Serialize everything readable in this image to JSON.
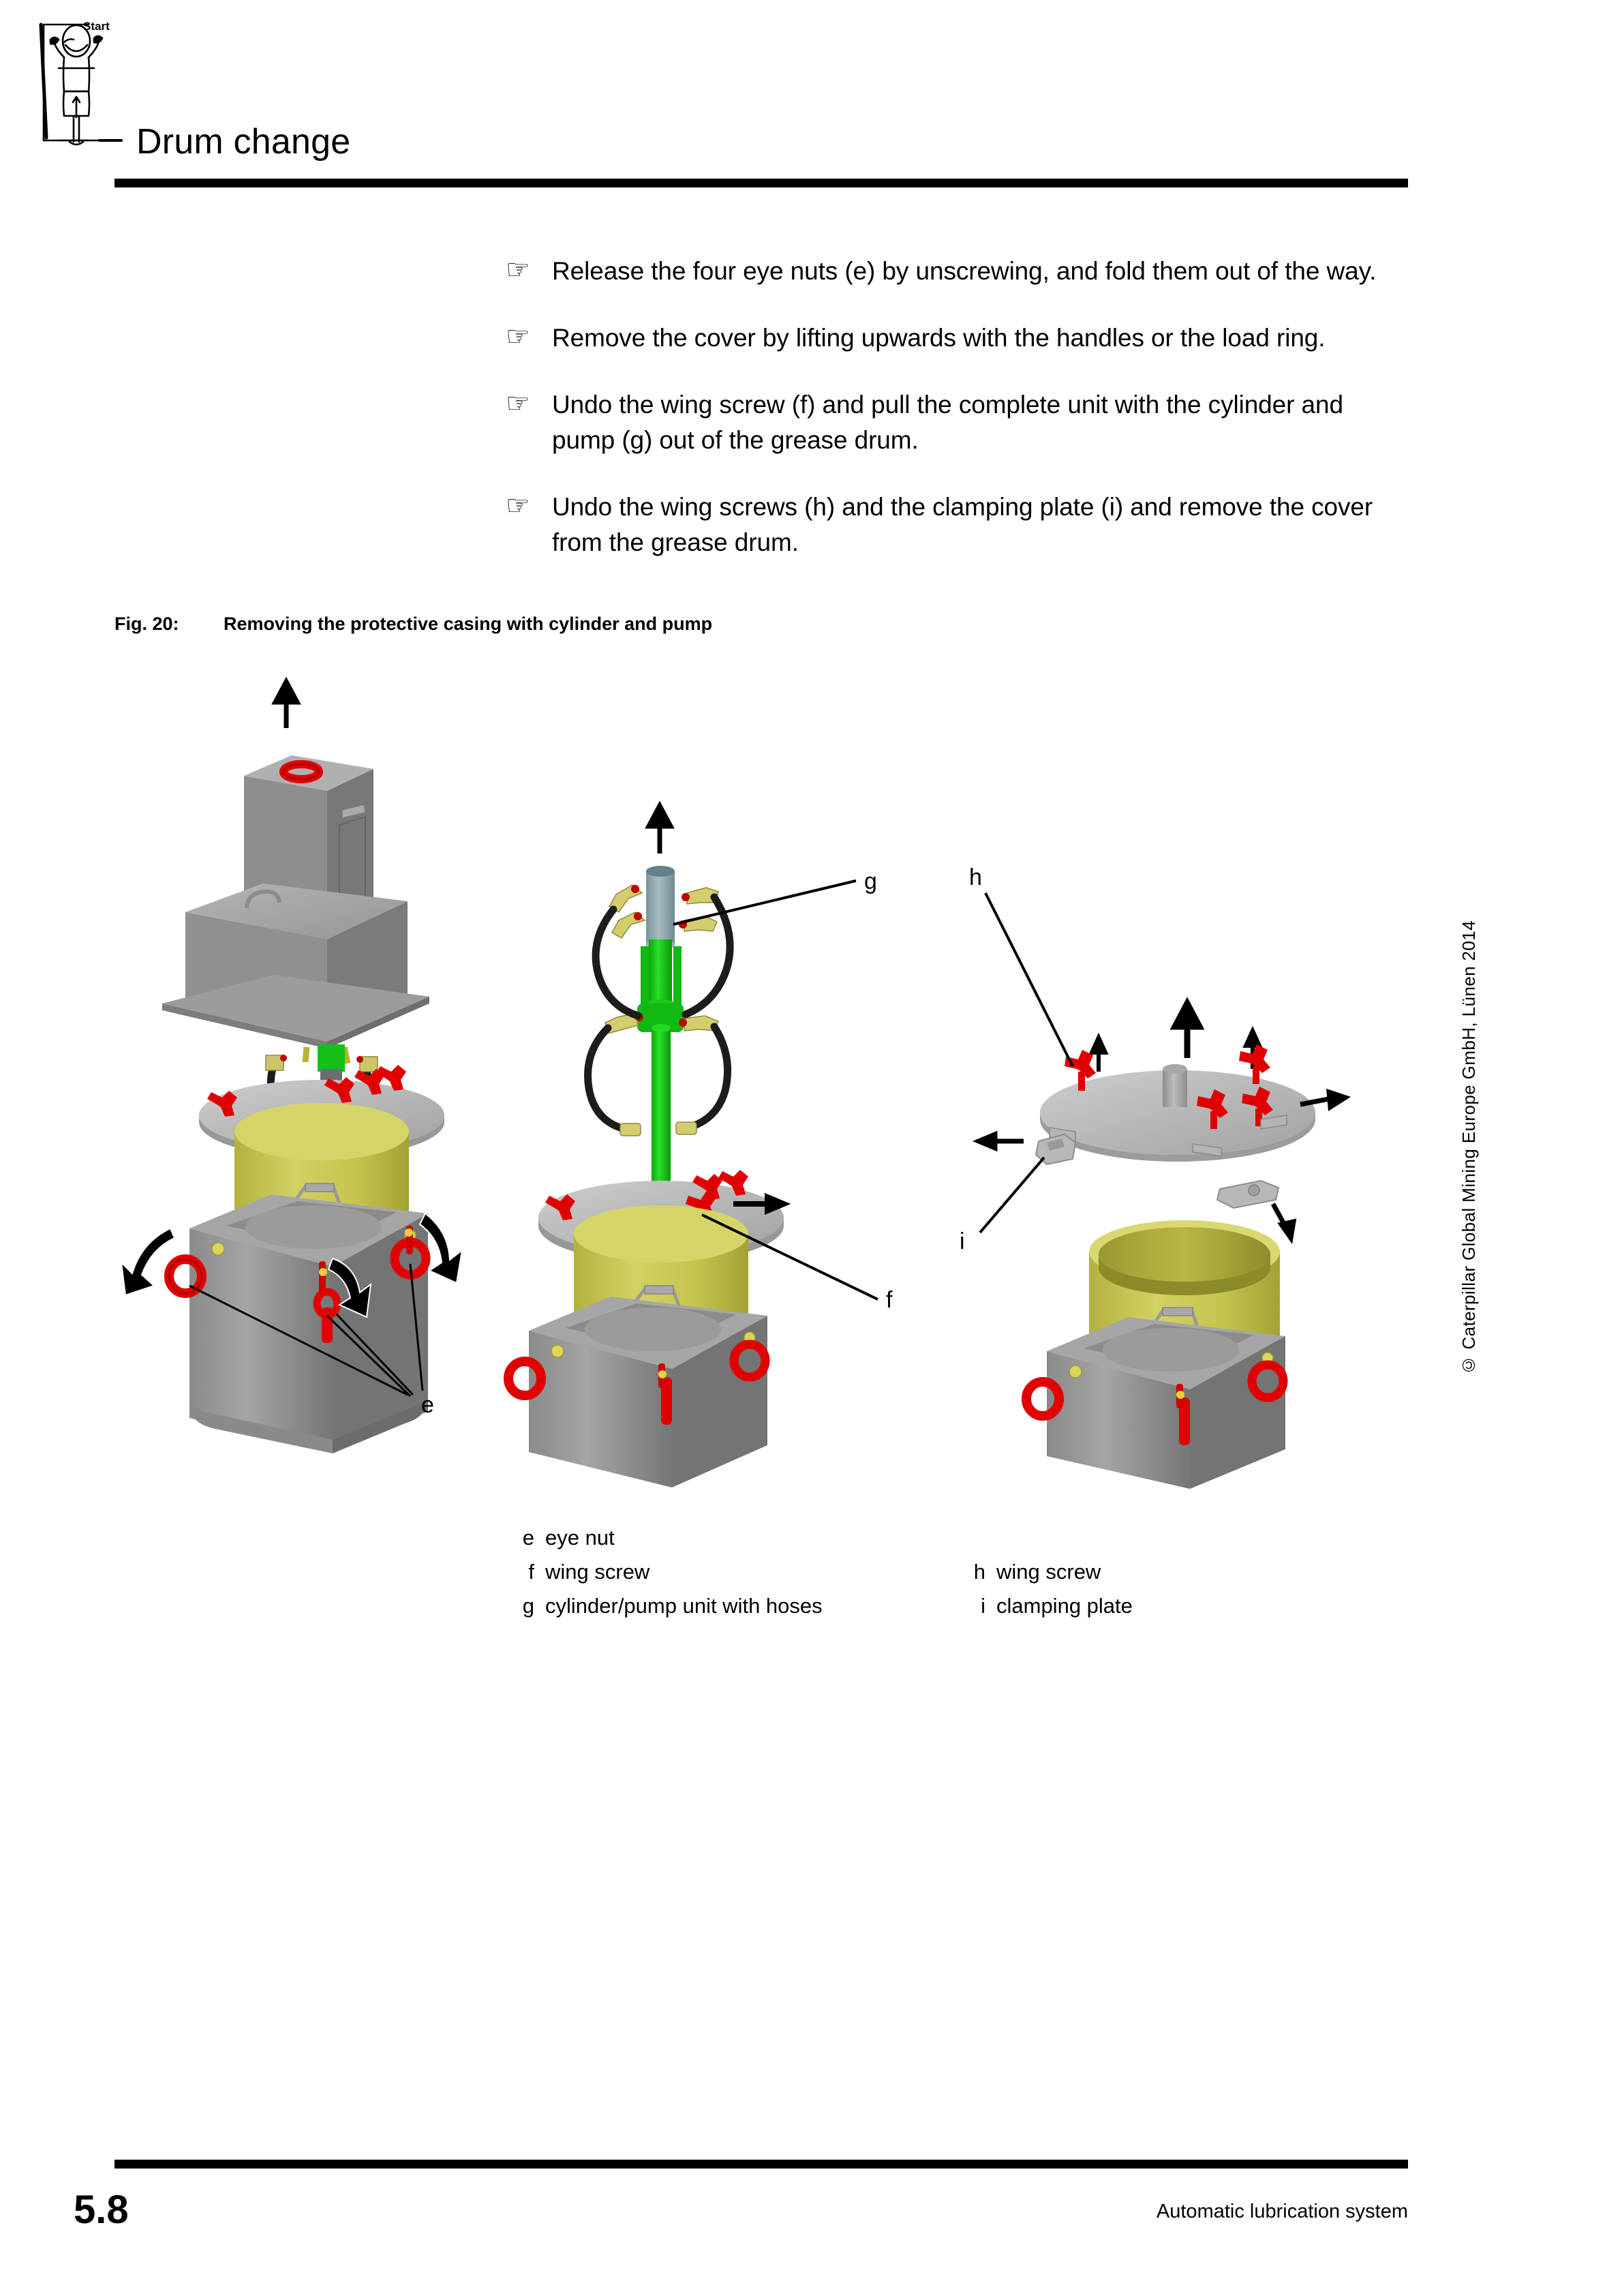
{
  "header": {
    "icon_name": "start-person-icon",
    "icon_label": "Start",
    "title": "Drum change"
  },
  "instructions": {
    "bullet_glyph": "☞",
    "items": [
      "Release the four eye nuts (e) by unscrewing, and fold them out of the way.",
      "Remove the cover by lifting upwards with the handles or the load ring.",
      "Undo the wing screw (f) and pull the complete unit with the cylinder and pump (g) out of the grease drum.",
      "Undo the wing screws (h) and the clamping plate (i) and remove the cover from the grease drum."
    ]
  },
  "figure": {
    "number": "Fig. 20:",
    "caption": "Removing the protective casing with cylinder and pump",
    "callouts": {
      "panel1": [
        "e"
      ],
      "panel2": [
        "g",
        "f"
      ],
      "panel3": [
        "h",
        "i"
      ]
    },
    "colors": {
      "drum_yellow": "#c9c84f",
      "drum_yellow_dark": "#a9a83c",
      "casing_gray": "#9a9a9a",
      "casing_gray_light": "#b5b5b5",
      "casing_gray_dark": "#7a7a7a",
      "plate_gray": "#b9b9b9",
      "pump_green": "#14c414",
      "pump_green_dark": "#0a9c0a",
      "fitting_yellow": "#d9d36a",
      "eyenut_red": "#e00000",
      "hose_black": "#1a1a1a",
      "cylinder_blue_gray": "#8fa8ae",
      "arrow_black": "#000000"
    }
  },
  "legend": {
    "rows": [
      {
        "left_key": "e",
        "left_desc": "eye nut",
        "right_key": "",
        "right_desc": ""
      },
      {
        "left_key": "f",
        "left_desc": "wing screw",
        "right_key": "h",
        "right_desc": "wing screw"
      },
      {
        "left_key": "g",
        "left_desc": "cylinder/pump unit with hoses",
        "right_key": "i",
        "right_desc": "clamping plate"
      }
    ]
  },
  "copyright": "© Caterpillar Global Mining Europe GmbH, Lünen 2014",
  "footer": {
    "page_number": "5.8",
    "document_title": "Automatic lubrication system"
  }
}
